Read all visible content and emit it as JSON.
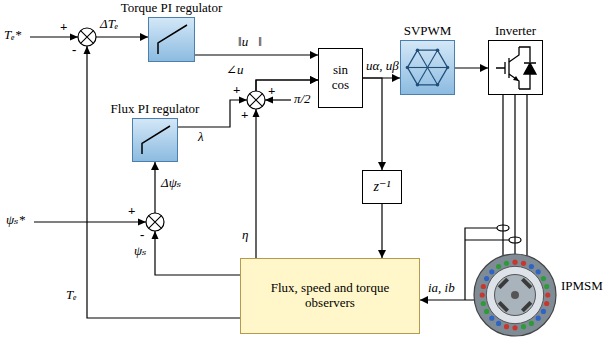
{
  "diagram": {
    "nodes": [
      {
        "text": [
          "Torque PI regulator"
        ]
      },
      {
        "text": [
          "sin cos"
        ]
      },
      {
        "text": [
          "SVPWM"
        ]
      },
      {
        "text": [
          "Inverter"
        ]
      },
      {
        "text": [
          "Flux PI regulator"
        ]
      },
      {
        "text": [
          "z⁻¹"
        ]
      },
      {
        "text": [
          "Flux, speed and torque observers"
        ]
      },
      {
        "text": [
          "IPMSM"
        ]
      }
    ],
    "edges": [
      {
        "from": 0,
        "to": 1,
        "arrow": "to",
        "label": "‖u⃗‖"
      },
      {
        "from": 1,
        "to": 2,
        "arrow": "to",
        "label": "uα, uβ"
      },
      {
        "from": 2,
        "to": 3,
        "arrow": "to"
      },
      {
        "from": 1,
        "to": 5,
        "arrow": "to"
      },
      {
        "from": 5,
        "to": 6,
        "arrow": "to"
      },
      {
        "from": 3,
        "to": 7,
        "arrow": "none"
      },
      {
        "from": 7,
        "to": 6,
        "arrow": "to",
        "label": "ia, ib"
      },
      {
        "from": 4,
        "to": 1,
        "arrow": "to",
        "label": "λ"
      },
      {
        "from": 6,
        "to": 1,
        "arrow": "to",
        "label": "η"
      },
      {
        "from": 6,
        "to": 0,
        "arrow": "to",
        "label": "Tₑ"
      },
      {
        "from": 6,
        "to": 4,
        "arrow": "to",
        "label": "ψₛ"
      }
    ],
    "labels": [
      "Tₑ*",
      "+",
      "ΔTₑ",
      "-",
      "∠u⃗",
      "+",
      "+",
      "π/2",
      "+",
      "Δψₛ",
      "ψₛ*",
      "+",
      "-"
    ]
  }
}
